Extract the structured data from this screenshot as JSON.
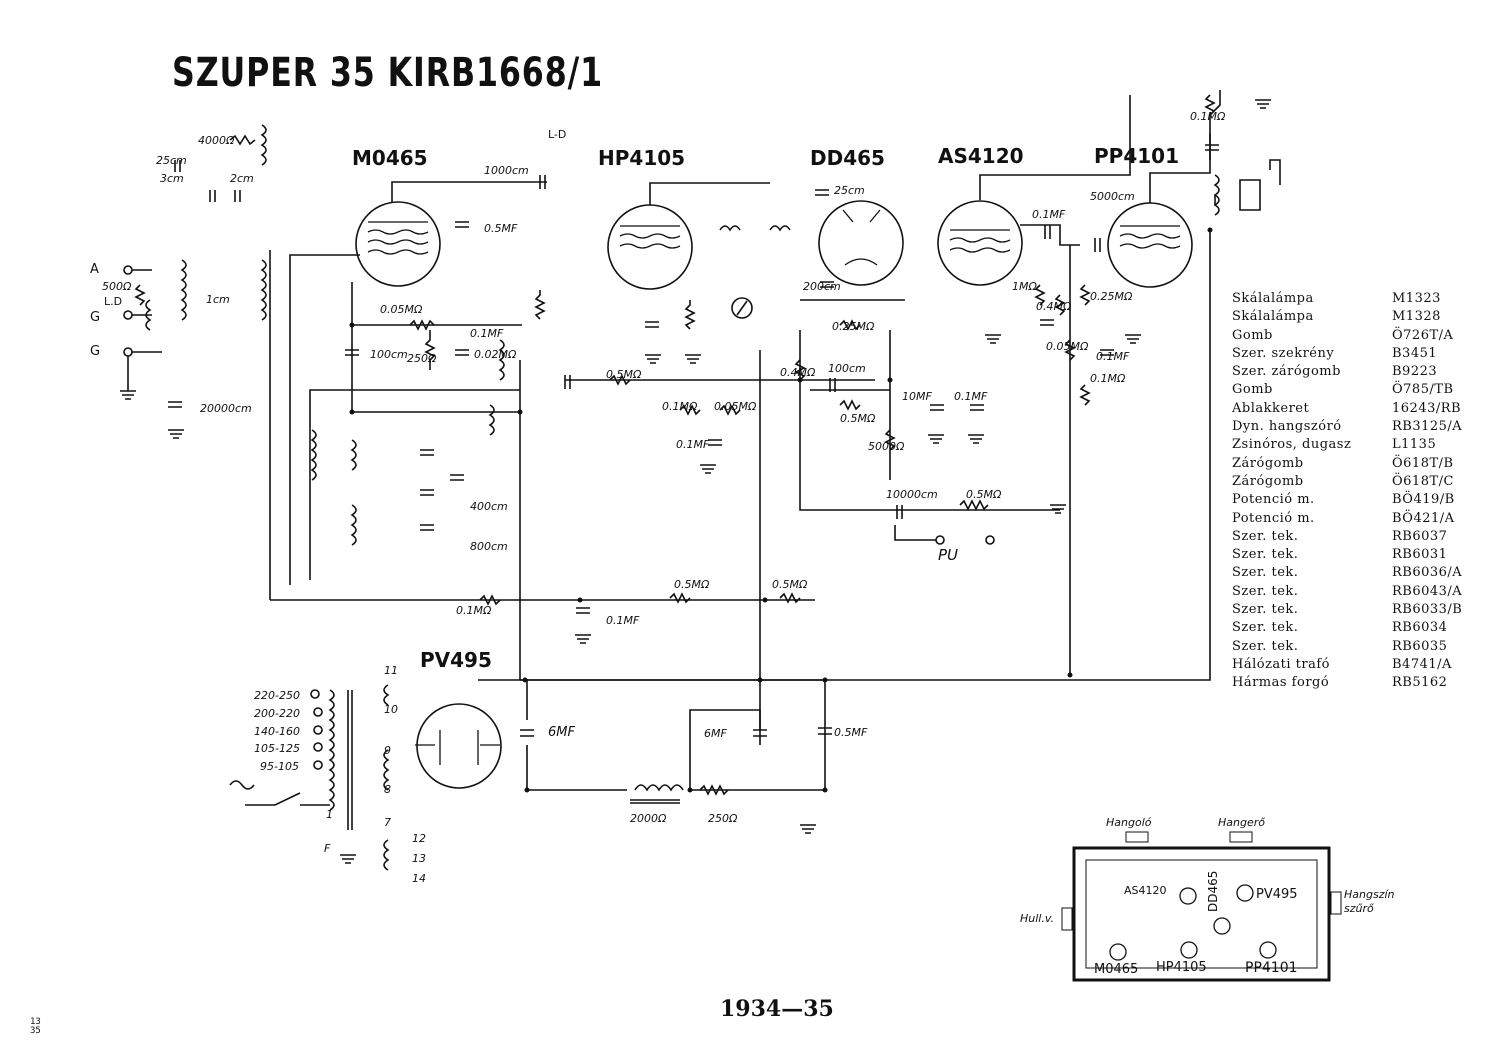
{
  "title": "SZUPER 35  KIRB1668/1",
  "tubes": [
    "M0465",
    "HP4105",
    "DD465",
    "AS4120",
    "PP4101",
    "PV495"
  ],
  "schematic_labels": {
    "ld_switch": "L-D",
    "antenna_terminals": [
      "A",
      "L.D",
      "G",
      "G"
    ],
    "components": [
      "4000Ω",
      "25cm",
      "3cm",
      "2cm",
      "500Ω",
      "1cm",
      "20000cm",
      "100cm",
      "250Ω",
      "0.05MΩ",
      "0.1MF",
      "0.02MΩ",
      "1000cm",
      "0.5MF",
      "0.5MΩ",
      "0.1MΩ",
      "0.05MΩ",
      "0.1MF",
      "25cm",
      "200cm",
      "0.25MΩ",
      "0.4MΩ",
      "100cm",
      "0.5MΩ",
      "10MF",
      "0.1MF",
      "5000Ω",
      "10000cm",
      "0.5MΩ",
      "0.1MF",
      "1MΩ",
      "0.4MΩ",
      "0.25MΩ",
      "0.05MΩ",
      "0.1MΩ",
      "0.1MF",
      "0.1MΩ",
      "5000cm",
      "400cm",
      "800cm",
      "0.5MΩ",
      "0.5MΩ",
      "0.1MΩ",
      "0.1MF",
      "6MF",
      "6MF",
      "0.5MF",
      "2000Ω",
      "250Ω"
    ],
    "pickup": "PU",
    "mains_taps": [
      "220-250",
      "200-220",
      "140-160",
      "105-125",
      "95-105"
    ],
    "transformer_pins": [
      "11",
      "10",
      "9",
      "8",
      "7",
      "1",
      "12",
      "13",
      "14",
      "F"
    ]
  },
  "parts_list": [
    {
      "name": "Skálalámpa",
      "code": "M1323"
    },
    {
      "name": "Skálalámpa",
      "code": "M1328"
    },
    {
      "name": "Gomb",
      "code": "Ö726T/A"
    },
    {
      "name": "Szer. szekrény",
      "code": "B3451"
    },
    {
      "name": "Szer. zárógomb",
      "code": "B9223"
    },
    {
      "name": "Gomb",
      "code": "Ö785/TB"
    },
    {
      "name": "Ablakkeret",
      "code": "16243/RB"
    },
    {
      "name": "Dyn. hangszóró",
      "code": "RB3125/A"
    },
    {
      "name": "Zsinóros, dugasz",
      "code": "L1135"
    },
    {
      "name": "Zárógomb",
      "code": "Ö618T/B"
    },
    {
      "name": "Zárógomb",
      "code": "Ö618T/C"
    },
    {
      "name": "Potenció m.",
      "code": "BÖ419/B"
    },
    {
      "name": "Potenció m.",
      "code": "BÖ421/A"
    },
    {
      "name": "Szer. tek.",
      "code": "RB6037"
    },
    {
      "name": "Szer. tek.",
      "code": "RB6031"
    },
    {
      "name": "Szer. tek.",
      "code": "RB6036/A"
    },
    {
      "name": "Szer. tek.",
      "code": "RB6043/A"
    },
    {
      "name": "Szer. tek.",
      "code": "RB6033/B"
    },
    {
      "name": "Szer. tek.",
      "code": "RB6034"
    },
    {
      "name": "Szer. tek.",
      "code": "RB6035"
    },
    {
      "name": "Hálózati trafó",
      "code": "B4741/A"
    },
    {
      "name": "Hármas forgó",
      "code": "RB5162"
    }
  ],
  "chassis_layout": {
    "controls": {
      "top_left": "Hangoló",
      "top_right": "Hangerő",
      "left": "Hull.v.",
      "right": "Hangszín szűrő"
    },
    "tube_positions": [
      "AS4120",
      "DD465",
      "PV495",
      "M0465",
      "HP4105",
      "PP4101"
    ]
  },
  "footer": "1934—35",
  "page_number": "13\n35"
}
